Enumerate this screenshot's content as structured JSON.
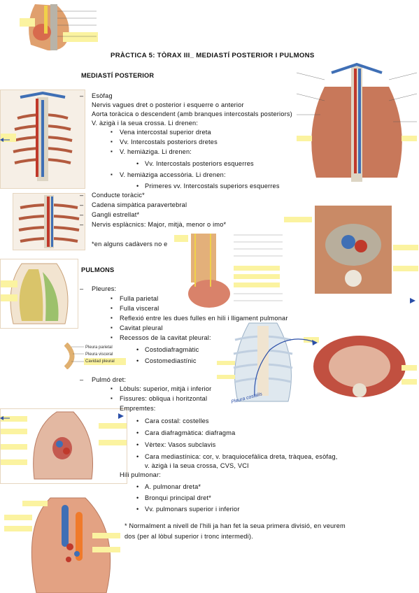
{
  "title": "PRÀCTICA 5: TÒRAX III_ MEDIASTÍ POSTERIOR I PULMONS",
  "section1": {
    "heading": "MEDIASTÍ POSTERIOR",
    "items": [
      "Esòfag",
      "Nervis vagues dret o posterior i esquerre o anterior",
      "Aorta toràcica o descendent (amb branques intercostals posteriors)",
      "V. àzigà i la seua crossa. Li drenen:",
      "Vena intercostal superior dreta",
      "Vv. Intercostals posteriors dretes",
      "V. hemiàziga. Li drenen:",
      "Vv. Intercostals posteriors esquerres",
      "V. hemiàziga accessòria. Li drenen:",
      "Primeres vv. Intercostals superiors esquerres",
      "Conducte toràcic*",
      "Cadena simpàtica paravertebral",
      "Gangli estrellat*",
      "Nervis esplàcnics: Major, mitjà, menor o imo*"
    ],
    "note": "*en alguns cadàvers no e"
  },
  "section2": {
    "heading": "PULMONS",
    "pleura": "Pleures:",
    "pleura_items": [
      "Fulla parietal",
      "Fulla visceral",
      "Reflexió entre les dues fulles en hili i lligament pulmonar",
      "Cavitat pleural",
      "Recessos de la cavitat pleural:"
    ],
    "recesses": [
      "Costodiafragmàtic",
      "Costomediastínic"
    ],
    "lung": "Pulmó dret:",
    "lung_items": [
      "Lòbuls: superior, mitjà i inferior",
      "Fissures: obliqua i horitzontal"
    ],
    "empremtes": "Empremtes:",
    "empremtes_items": [
      "Cara costal: costelles",
      "Cara diafragmàtica: diafragma",
      "Vèrtex: Vasos subclavis",
      "Cara mediastínica: cor, v. braquiocefàlica dreta, tràquea, esòfag,",
      "v. àzigà i la seua crossa, CVS, VCI"
    ],
    "hili": "Hili pulmonar:",
    "hili_items": [
      "A. pulmonar dreta*",
      "Bronqui principal dret*",
      "Vv. pulmonars superior i inferior"
    ],
    "footnote_1": "* Normalment a nivell de l'hili ja han fet la seua primera divisió, en veurem",
    "footnote_2": "dos (per al lòbul superior i tronc intermedi)."
  },
  "figure_labels": {
    "pleura_inset": [
      "Pleura parietal",
      "Pleura visceral",
      "Cavidad pleural"
    ],
    "handwritten": "Pleura costalis"
  },
  "colors": {
    "tissue": "#c9795a",
    "vein": "#3f6fb5",
    "artery": "#c0392b",
    "highlight": "#fbf3a0",
    "blue_ink": "#2b4fa8"
  }
}
